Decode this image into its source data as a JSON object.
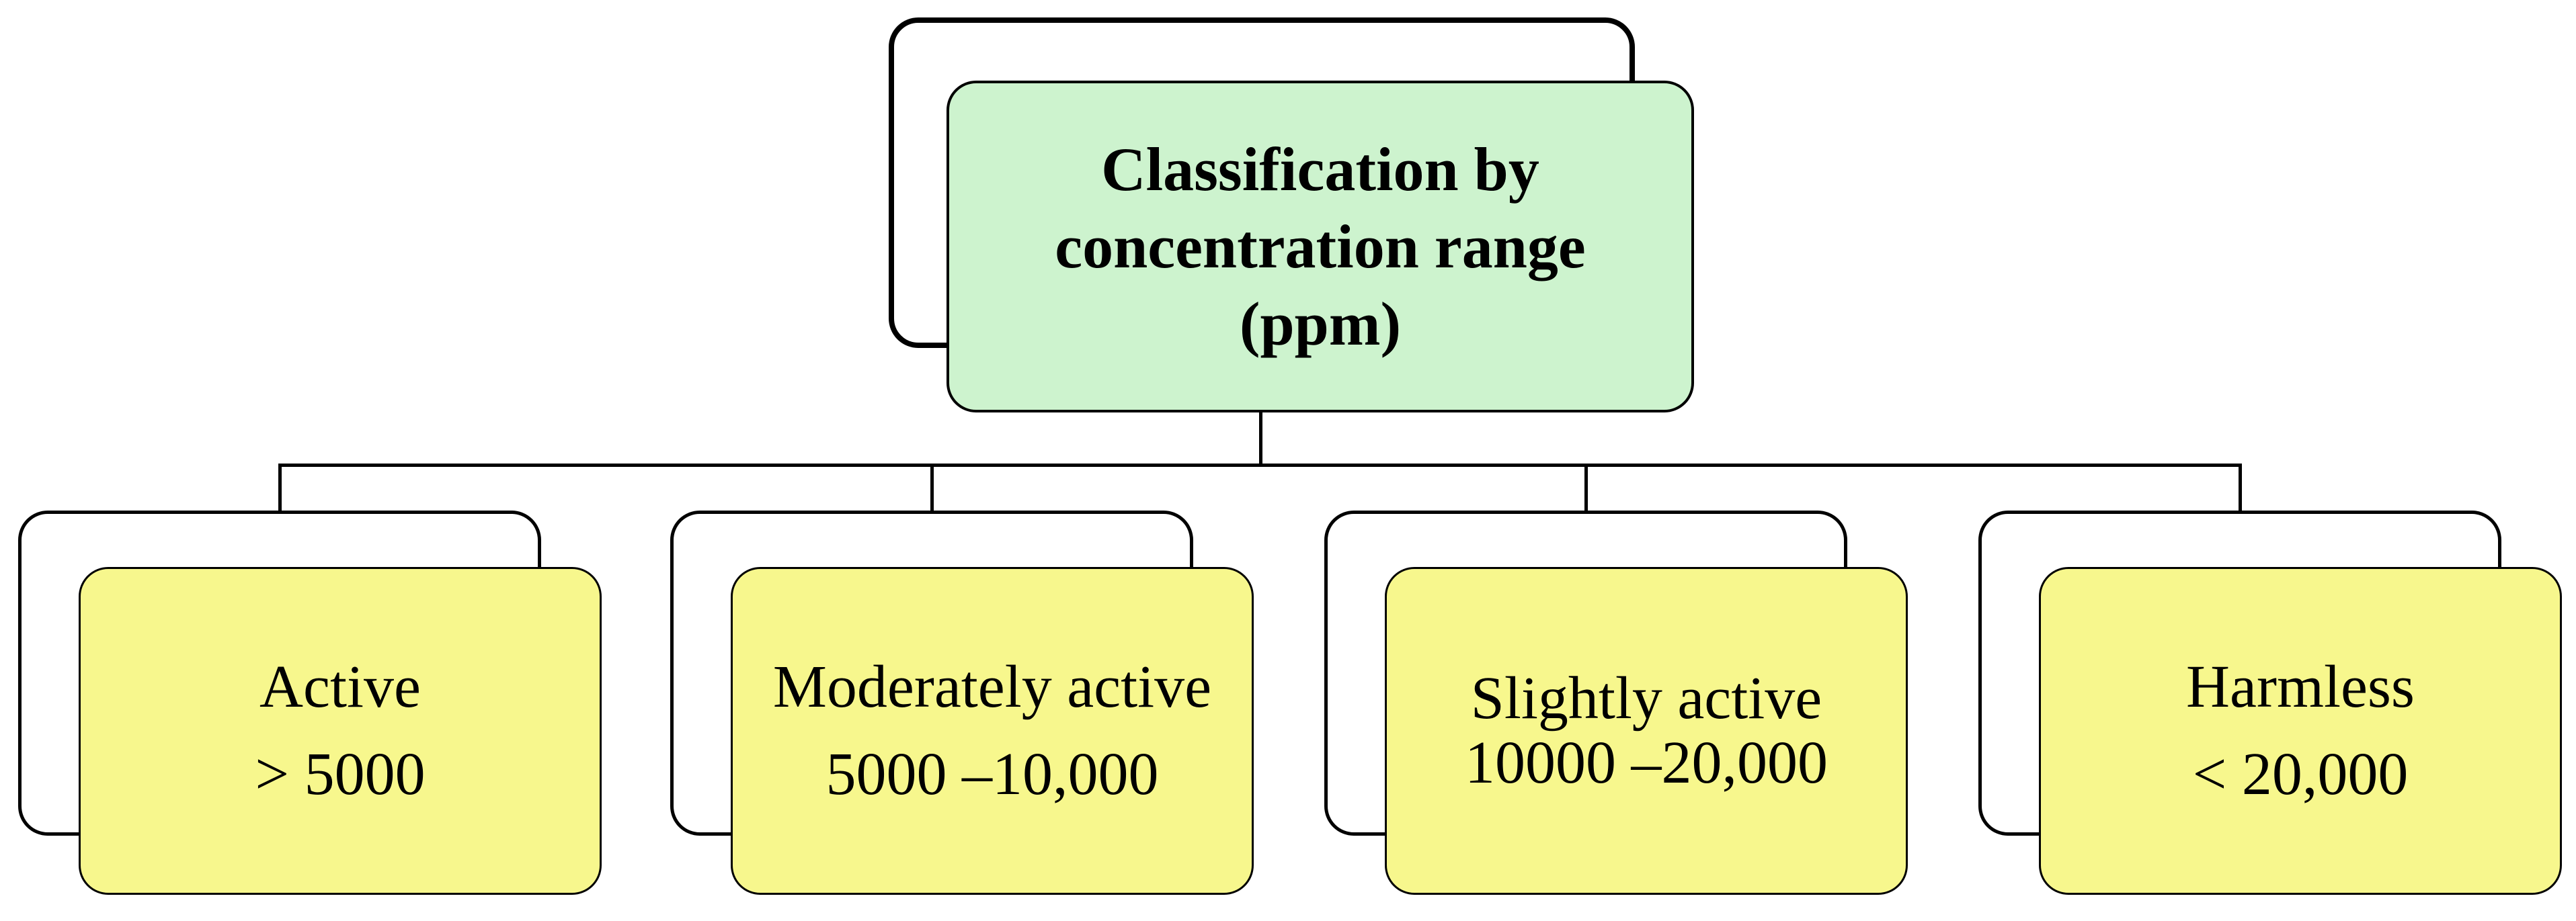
{
  "diagram": {
    "root_node": {
      "lines": [
        "Classification by",
        "concentration range",
        "(ppm)"
      ]
    },
    "categories": [
      {
        "label": "Active",
        "range": "> 5000"
      },
      {
        "label": "Moderately active",
        "range": "5000 –10,000"
      },
      {
        "label": "Slightly active",
        "range": "10000 –20,000"
      },
      {
        "label": "Harmless",
        "range": "< 20,000"
      }
    ],
    "colors": {
      "root_fill": "#cdf3ce",
      "category_fill": "#f7f78d",
      "shadow_fill": "#ffffff",
      "line_color": "#000000"
    }
  }
}
